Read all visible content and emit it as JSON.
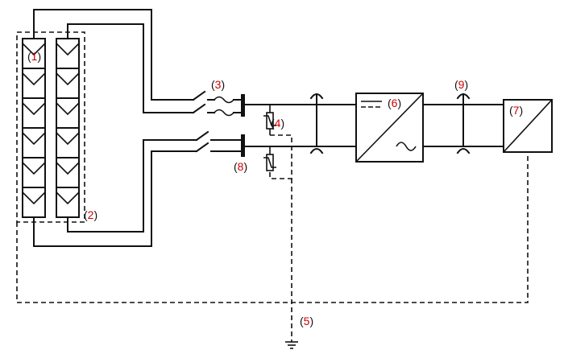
{
  "labels": {
    "c1": {
      "open": "(",
      "num": "1",
      "close": ")"
    },
    "c2": {
      "open": "(",
      "num": "2",
      "close": ")"
    },
    "c3": {
      "open": "(",
      "num": "3",
      "close": ")"
    },
    "c4": {
      "open": "(",
      "num": "4",
      "close": ")"
    },
    "c5": {
      "open": "(",
      "num": "5",
      "close": ")"
    },
    "c6": {
      "open": "(",
      "num": "6",
      "close": ")"
    },
    "c7": {
      "open": "(",
      "num": "7",
      "close": ")"
    },
    "c8": {
      "open": "(",
      "num": "8",
      "close": ")"
    },
    "c9": {
      "open": "(",
      "num": "9",
      "close": ")"
    }
  },
  "colors": {
    "line": "#111111",
    "number": "#d00000",
    "background": "#ffffff"
  },
  "pv_array": {
    "strings": 2,
    "modules_per_string": 6
  }
}
